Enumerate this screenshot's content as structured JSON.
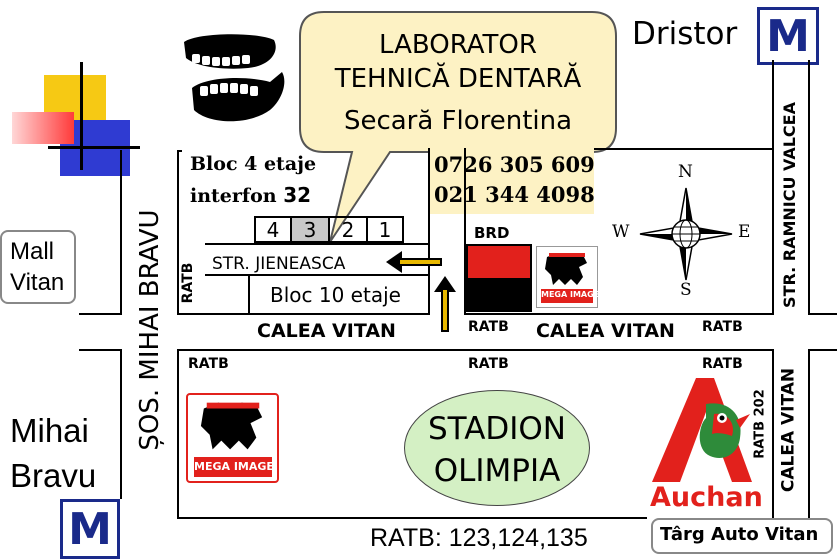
{
  "callout": {
    "line1": "LABORATOR",
    "line2": "TEHNICĂ DENTARĂ",
    "line3": "Secară Florentina",
    "phone1": "0726 305 609",
    "phone2": "021 344 4098"
  },
  "building": {
    "bloc4": "Bloc 4 etaje",
    "interfon_prefix": "interfon ",
    "interfon_number": "32",
    "bloc10": "Bloc 10 etaje",
    "staircases": [
      "4",
      "3",
      "2",
      "1"
    ],
    "highlight": "3"
  },
  "streets": {
    "jieneasca": "STR. JIENEASCA",
    "calea_vitan_left": "CALEA VITAN",
    "calea_vitan_right": "CALEA VITAN",
    "calea_vitan_vertical": "CALEA VITAN",
    "mihai_bravu": "ȘOS. MIHAI BRAVU",
    "ramnicu_valcea": "STR. RAMNICU VALCEA"
  },
  "places": {
    "dristor": "Dristor",
    "mall_line1": "Mall",
    "mall_line2": "Vitan",
    "mihai_bravu_line1": "Mihai",
    "mihai_bravu_line2": "Bravu",
    "stadion_line1": "STADION",
    "stadion_line2": "OLIMPIA",
    "targ": "Târg Auto Vitan"
  },
  "transit": {
    "metro_symbol": "M",
    "ratb": "RATB",
    "ratb_202": "RATB 202",
    "ratb_lines": "RATB: 123,124,135"
  },
  "brands": {
    "brd": "BRD",
    "mega_image": "MEGA IMAGE",
    "auchan": "Auchan"
  },
  "compass": {
    "north": "N",
    "south": "S",
    "east": "E",
    "west": "W"
  },
  "colors": {
    "callout_fill": "#fdf2c4",
    "stadium_fill": "#d4f0c4",
    "metro_blue": "#1a2a8a",
    "brd_red": "#e2211c",
    "auchan_red": "#e2211c",
    "auchan_green": "#2e8b3a",
    "phone_bg": "#fdf2c4",
    "highlight_cell": "#c8c8c8"
  },
  "icons": [
    "dentures-icon",
    "decorative-squares-icon",
    "compass-rose-icon",
    "brd-logo-icon",
    "mega-image-lion-icon",
    "auchan-bird-icon",
    "arrow-left-icon",
    "arrow-up-icon",
    "metro-icon"
  ]
}
